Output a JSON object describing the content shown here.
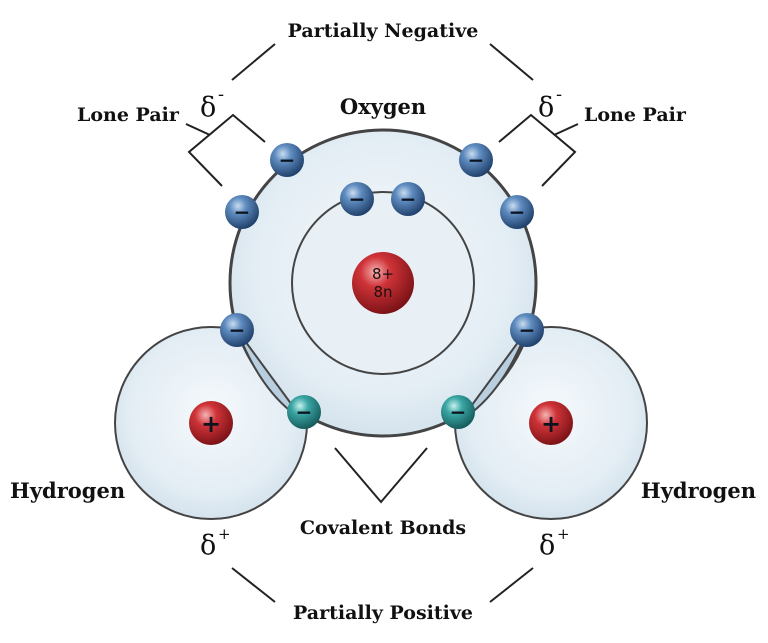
{
  "labels": {
    "oxygen": "Oxygen",
    "hydrogen_left": "Hydrogen",
    "hydrogen_right": "Hydrogen",
    "lone_pair_left": "Lone Pair",
    "lone_pair_right": "Lone Pair",
    "partially_negative": "Partially Negative",
    "partially_positive": "Partially Positive",
    "covalent_bonds": "Covalent Bonds"
  },
  "symbols": {
    "delta": "δ",
    "minus_sup": "-",
    "plus_sup": "+",
    "electron_sign": "−",
    "proton_sign": "+"
  },
  "oxygen_nucleus": {
    "line1": "8+",
    "line2": "8n"
  },
  "colors": {
    "shell_fill": "#e4eef5",
    "shell_stroke": "#3a3a3a",
    "electron_blue": "#3f6fa3",
    "electron_teal": "#2f9a9a",
    "nucleus_red": "#c42a2e"
  }
}
